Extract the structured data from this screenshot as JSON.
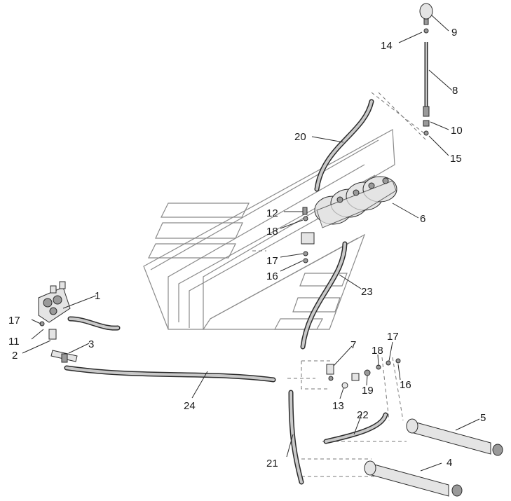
{
  "callouts": {
    "c1": "1",
    "c2": "2",
    "c3": "3",
    "c4": "4",
    "c5": "5",
    "c6": "6",
    "c7": "7",
    "c8": "8",
    "c9": "9",
    "c10": "10",
    "c11": "11",
    "c12": "12",
    "c13": "13",
    "c14": "14",
    "c15": "15",
    "c16a": "16",
    "c16b": "16",
    "c17a": "17",
    "c17b": "17",
    "c17c": "17",
    "c18a": "18",
    "c18b": "18",
    "c19": "19",
    "c20": "20",
    "c21": "21",
    "c22": "22",
    "c23": "23",
    "c24": "24"
  }
}
